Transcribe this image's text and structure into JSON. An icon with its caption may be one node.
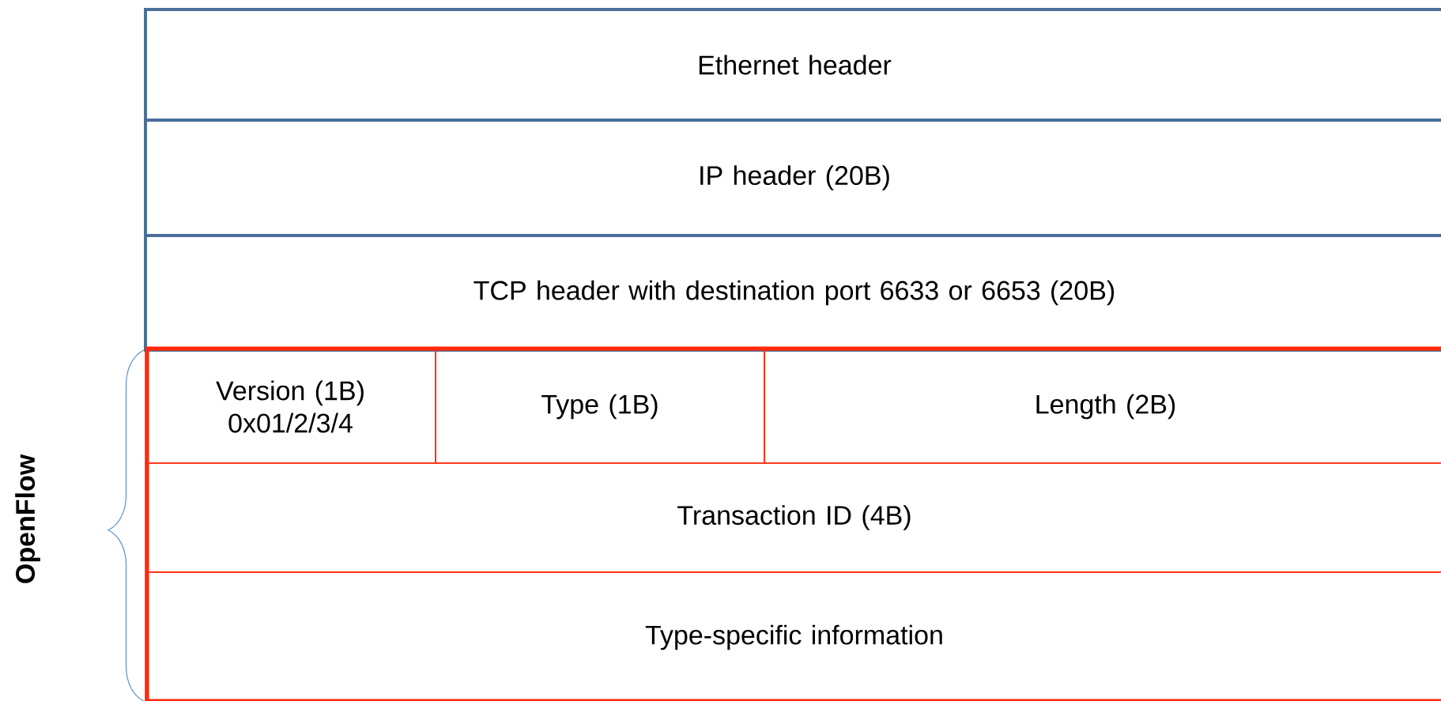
{
  "diagram": {
    "nodes": [
      {
        "text": [
          "Ethernet header"
        ]
      },
      {
        "text": [
          "IP header (20B)"
        ]
      },
      {
        "text": [
          "TCP header with destination port 6633 or 6653 (20B)"
        ]
      },
      {
        "text": [
          "OpenFlow"
        ]
      },
      {
        "text": [
          "Version (1B) 0x01/2/3/4"
        ],
        "in": 3
      },
      {
        "text": [
          "Type (1B)"
        ],
        "in": 3
      },
      {
        "text": [
          "Length (2B)"
        ],
        "in": 3
      },
      {
        "text": [
          "Transaction ID (4B)"
        ],
        "in": 3
      },
      {
        "text": [
          "Type-specific information"
        ],
        "in": 3
      }
    ]
  }
}
